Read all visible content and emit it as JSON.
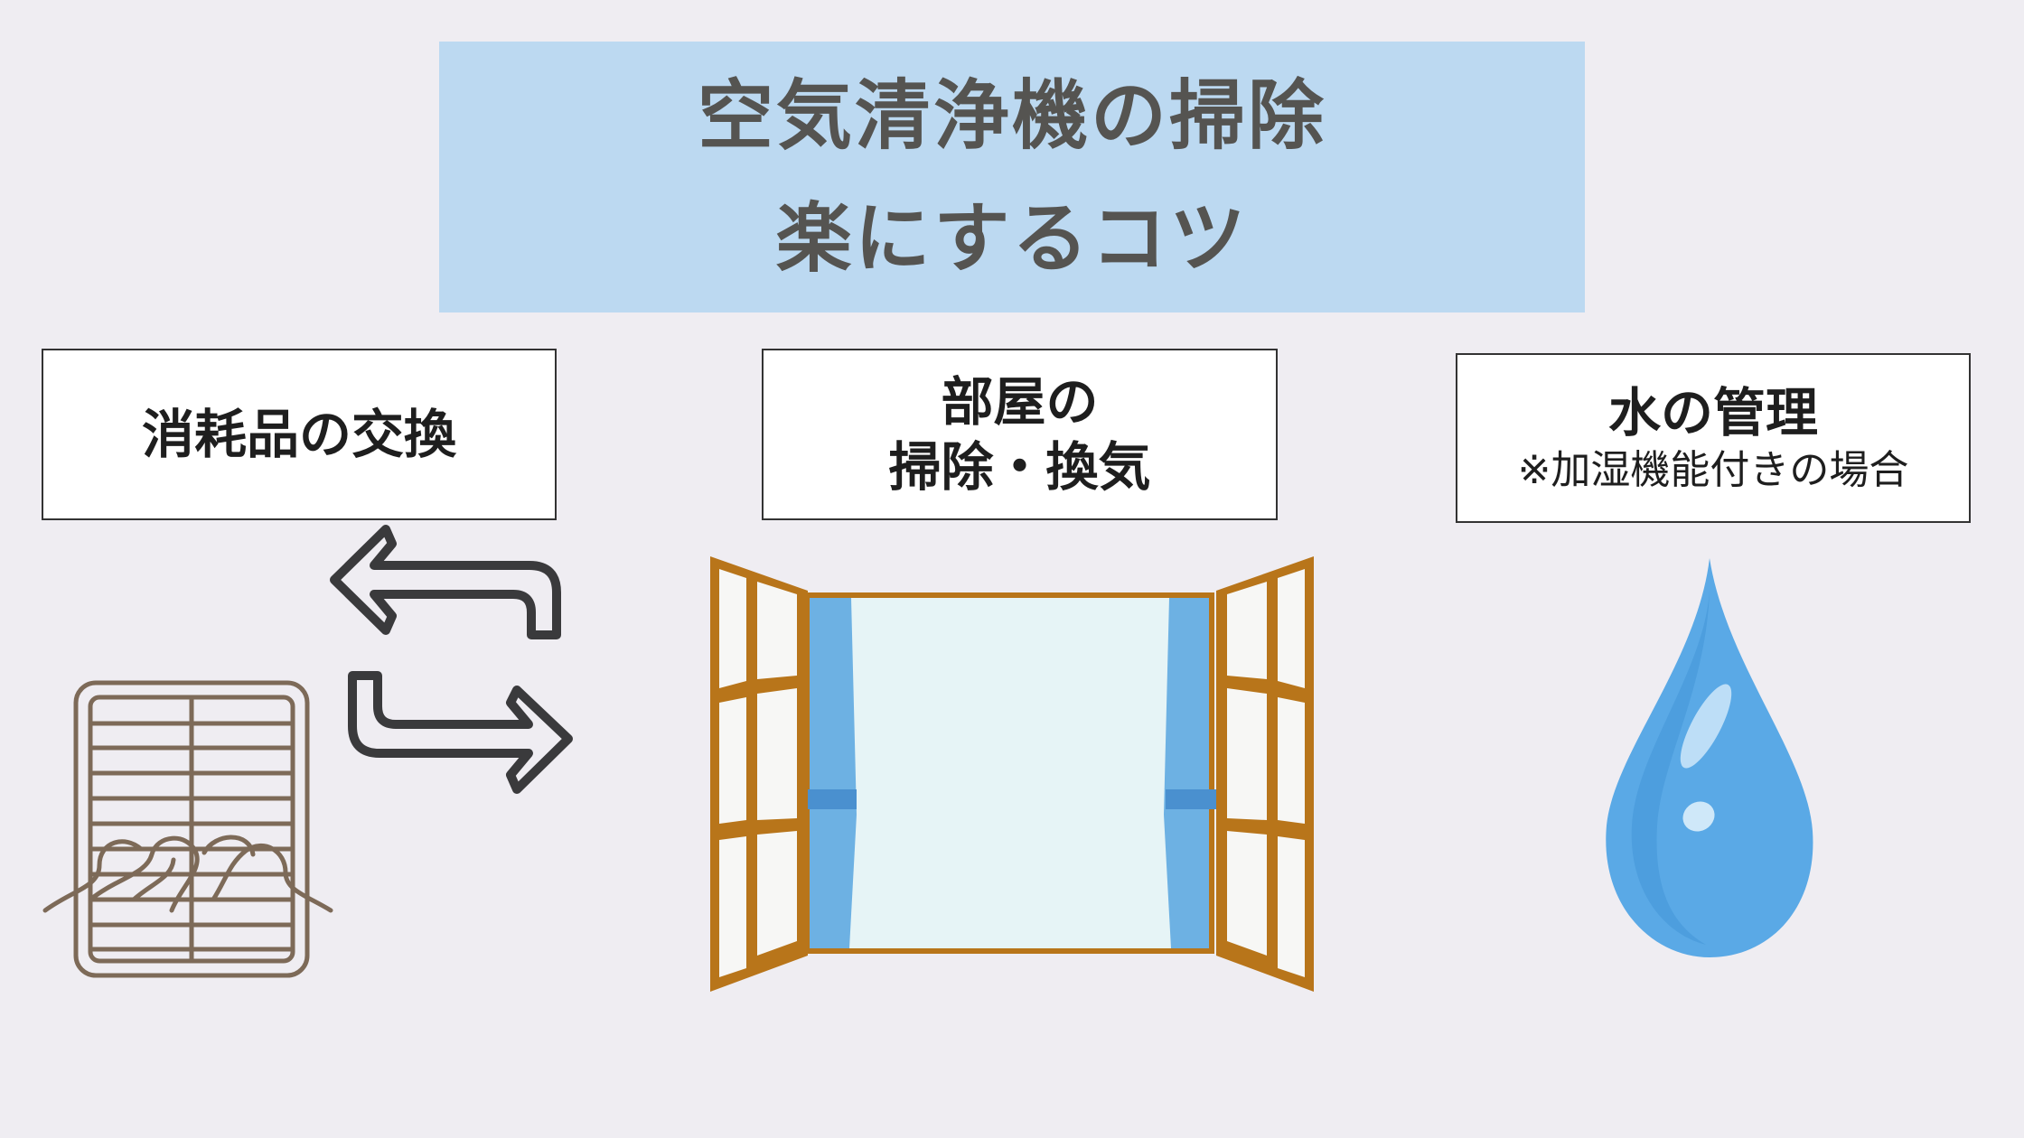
{
  "title": {
    "line1": "空気清浄機の掃除",
    "line2": "楽にするコツ"
  },
  "cards": [
    {
      "label": "消耗品の交換"
    },
    {
      "line1": "部屋の",
      "line2": "掃除・換気"
    },
    {
      "label": "水の管理",
      "note": "※加湿機能付きの場合"
    }
  ],
  "colors": {
    "background": "#efedf2",
    "title_bg": "#bcd9f1",
    "title_text": "#555451",
    "filter": "#7d6a58",
    "arrows": "#3a3a3c",
    "window_frame": "#b8751a",
    "curtain": "#6db1e3",
    "glass": "#e6f4f6",
    "water": "#5aa9e6"
  },
  "icons": [
    "filter-icon",
    "exchange-arrows-icon",
    "open-window-icon",
    "water-drop-icon"
  ]
}
